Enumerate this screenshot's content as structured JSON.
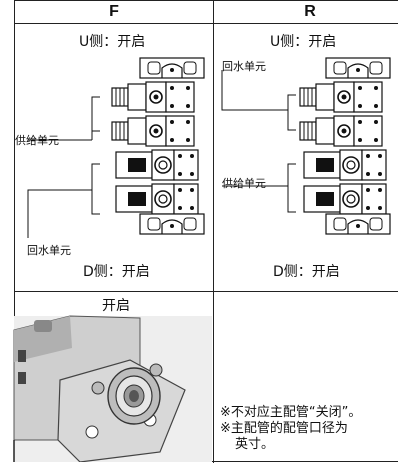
{
  "header": {
    "left": "F",
    "right": "R"
  },
  "left_panel": {
    "top_label": "U侧：开启",
    "bottom_label": "D侧：开启",
    "supply_label": "供给单元",
    "return_label": "回水单元"
  },
  "right_panel": {
    "top_label": "U侧：开启",
    "bottom_label": "D侧：开启",
    "supply_label": "供给单元",
    "return_label": "回水单元"
  },
  "bottom_left": {
    "title": "开启"
  },
  "notes": {
    "line1": "※不对应主配管“关闭”。",
    "line2": "※主配管的配管口径为",
    "line3": "英寸。"
  }
}
